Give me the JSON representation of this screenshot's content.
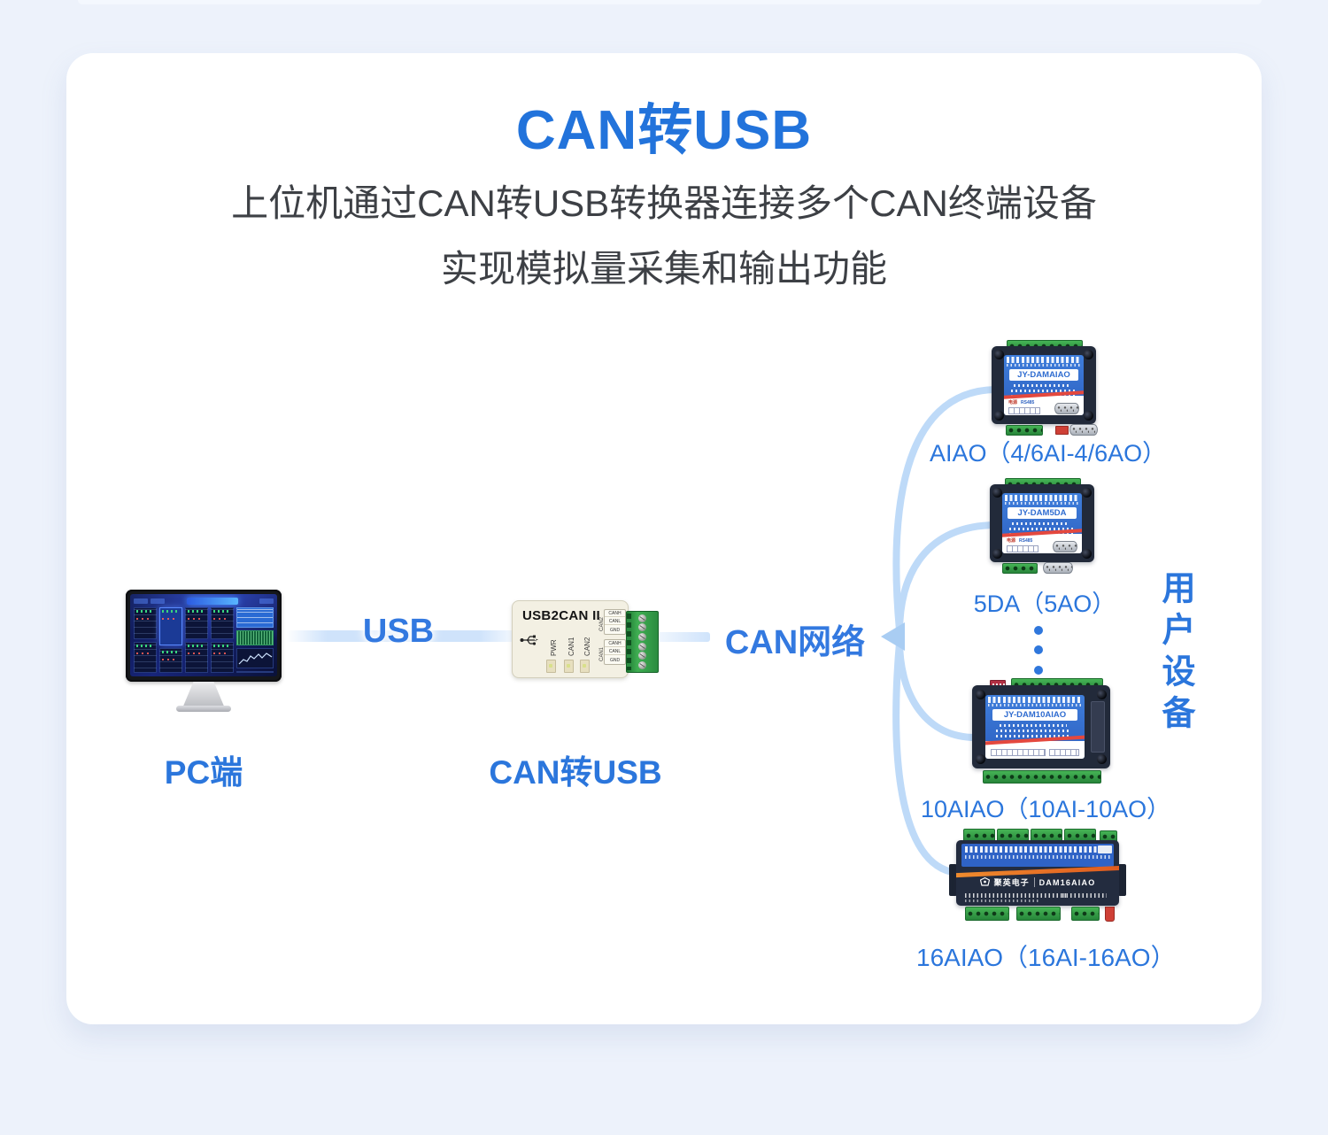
{
  "header": {
    "title": "CAN转USB",
    "subtitle_line1": "上位机通过CAN转USB转换器连接多个CAN终端设备",
    "subtitle_line2": "实现模拟量采集和输出功能"
  },
  "colors": {
    "accent_blue": "#2b76dc",
    "title_blue": "#2273db",
    "subtitle_dark": "#3d4045",
    "link_band": "#cfe3fb",
    "fan_curve": "#bedaf8",
    "card_bg": "#ffffff",
    "page_bg": "#edf2fb"
  },
  "pc": {
    "caption": "PC端"
  },
  "links": {
    "usb_label": "USB",
    "can_label": "CAN网络"
  },
  "converter": {
    "caption": "CAN转USB",
    "model": "USB2CAN II",
    "leds": [
      "PWR",
      "CAN1",
      "CAN2"
    ],
    "pin_groups": [
      {
        "name": "CAN2",
        "pins": [
          "CANH",
          "CANL",
          "GND"
        ]
      },
      {
        "name": "CAN1",
        "pins": [
          "CANH",
          "CANL",
          "GND"
        ]
      }
    ]
  },
  "devices": [
    {
      "model": "JY-DAMAIAO",
      "caption": "AIAO（4/6AI-4/6AO）",
      "power_label": "电源",
      "bus_label": "RS485"
    },
    {
      "model": "JY-DAM5DA",
      "caption": "5DA（5AO）",
      "power_label": "电源",
      "bus_label": "RS485"
    },
    {
      "model": "JY-DAM10AIAO",
      "caption": "10AIAO（10AI-10AO）"
    },
    {
      "model": "DAM16AIAO",
      "brand": "聚英电子",
      "caption": "16AIAO（16AI-16AO）"
    }
  ],
  "side_label": "用户设备"
}
